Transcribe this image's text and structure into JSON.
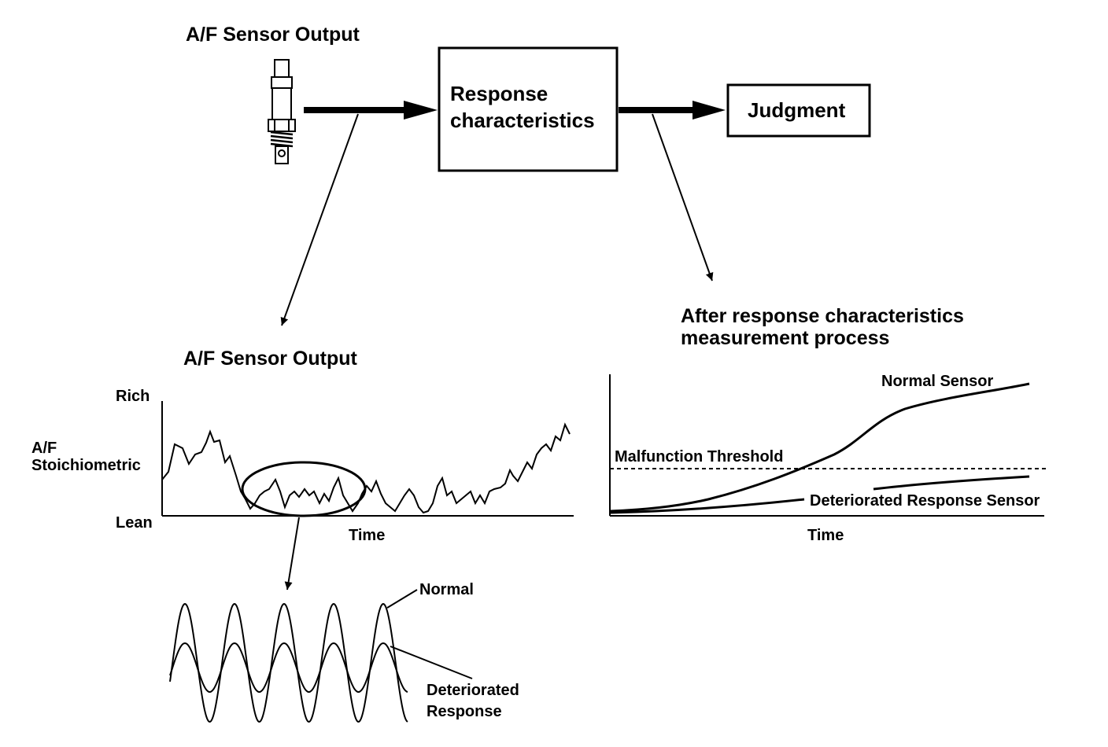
{
  "top": {
    "sensor_title": "A/F Sensor Output",
    "response_box": [
      "Response",
      "characteristics"
    ],
    "judgment_box": "Judgment"
  },
  "left_chart": {
    "title": "A/F Sensor Output",
    "y_top_label": "Rich",
    "y_mid_label": [
      "A/F",
      "Stoichiometric"
    ],
    "y_bottom_label": "Lean",
    "x_label": "Time"
  },
  "waves": {
    "normal_label": "Normal",
    "deteriorated_label": [
      "Deteriorated",
      "Response"
    ]
  },
  "right_chart": {
    "title": [
      "After response characteristics",
      "measurement process"
    ],
    "threshold_label": "Malfunction Threshold",
    "normal_label": "Normal Sensor",
    "deteriorated_label": "Deteriorated Response Sensor",
    "x_label": "Time"
  }
}
